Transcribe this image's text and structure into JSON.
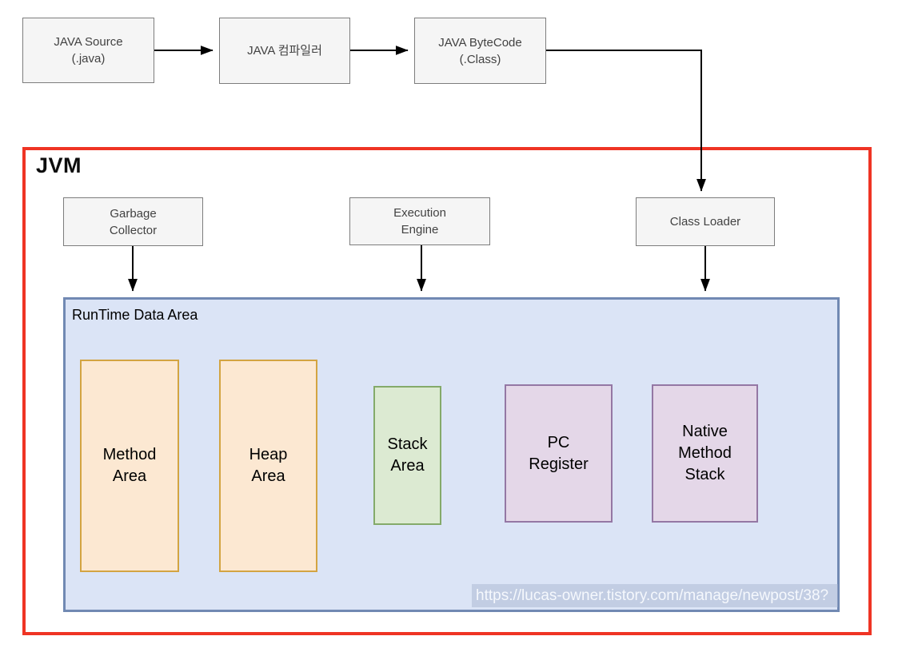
{
  "pipeline": {
    "java_source": {
      "label": "JAVA Source\n(.java)"
    },
    "java_compiler": {
      "label": "JAVA 컴파일러"
    },
    "java_bytecode": {
      "label": "JAVA ByteCode\n(.Class)"
    }
  },
  "jvm": {
    "label": "JVM",
    "garbage_collector": {
      "label": "Garbage\nCollector"
    },
    "execution_engine": {
      "label": "Execution\nEngine"
    },
    "class_loader": {
      "label": "Class Loader"
    },
    "runtime_data_area": {
      "label": "RunTime Data Area",
      "areas": [
        {
          "id": "method-area",
          "label": "Method\nArea",
          "color": "orange"
        },
        {
          "id": "heap-area",
          "label": "Heap\nArea",
          "color": "orange"
        },
        {
          "id": "stack-area",
          "label": "Stack\nArea",
          "color": "green"
        },
        {
          "id": "pc-register",
          "label": "PC\nRegister",
          "color": "purple"
        },
        {
          "id": "native-method-stack",
          "label": "Native\nMethod\nStack",
          "color": "purple"
        }
      ]
    }
  },
  "watermark": {
    "url_text": "https://lucas-owner.tistory.com/manage/newpost/38?"
  },
  "colors": {
    "jvm_border": "#ef3424",
    "runtime_fill": "#dbe4f6",
    "runtime_border": "#7189b3",
    "node_fill": "#f5f5f5",
    "node_border": "#7d7d7d",
    "orange_fill": "#fce8d2",
    "orange_border": "#d3a442",
    "green_fill": "#dcead2",
    "green_border": "#84aa6a",
    "purple_fill": "#e4d7e8",
    "purple_border": "#9477a4",
    "arrow": "#000000"
  }
}
